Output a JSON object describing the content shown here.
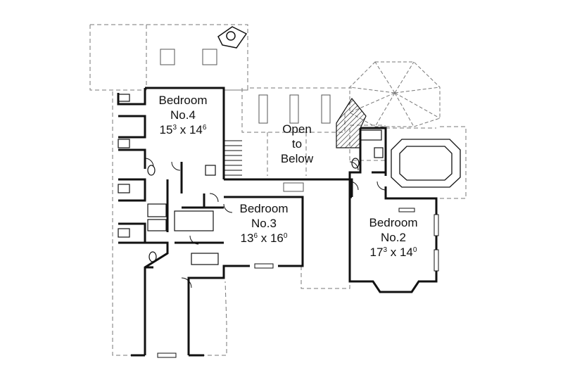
{
  "rooms": {
    "bedroom4": {
      "name": "Bedroom",
      "number": "No.4",
      "dim_a": "15",
      "dim_a_sup": "3",
      "dim_sep": " x ",
      "dim_b": "14",
      "dim_b_sup": "6"
    },
    "bedroom3": {
      "name": "Bedroom",
      "number": "No.3",
      "dim_a": "13",
      "dim_a_sup": "6",
      "dim_sep": " x ",
      "dim_b": "16",
      "dim_b_sup": "0"
    },
    "bedroom2": {
      "name": "Bedroom",
      "number": "No.2",
      "dim_a": "17",
      "dim_a_sup": "3",
      "dim_sep": " x ",
      "dim_b": "14",
      "dim_b_sup": "0"
    }
  },
  "open_to_below": {
    "line1": "Open",
    "line2": "to",
    "line3": "Below"
  },
  "colors": {
    "wall": "#111111",
    "dashed": "#777777",
    "background": "#ffffff"
  }
}
